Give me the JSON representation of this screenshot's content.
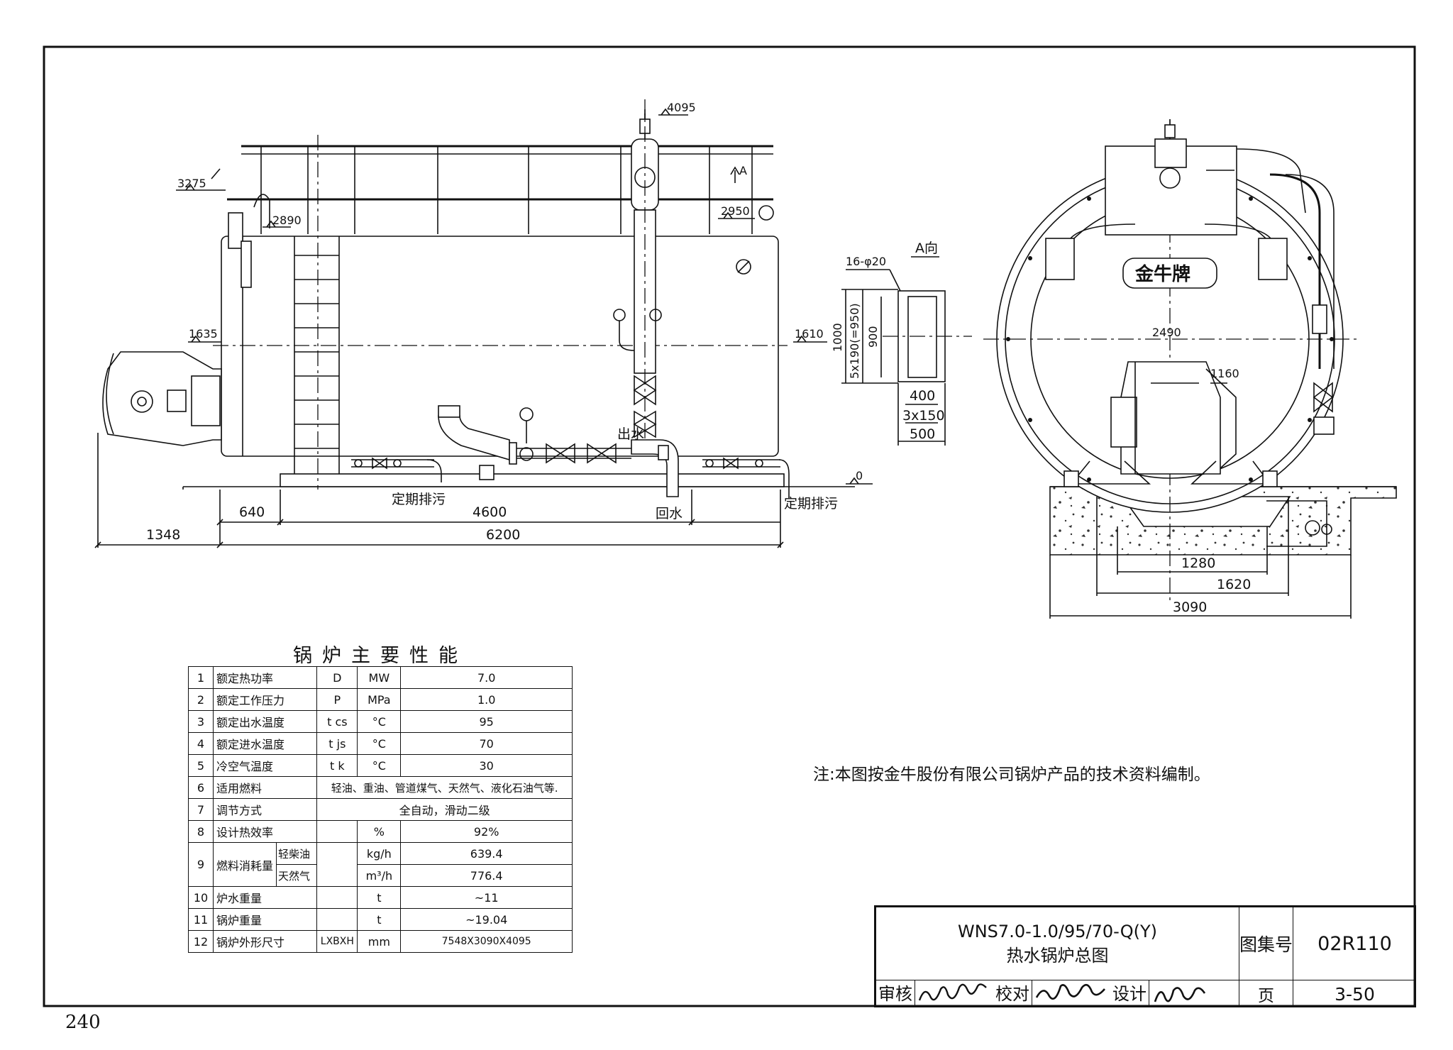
{
  "page_number": "240",
  "drawing_labels": {
    "dim_4095": "4095",
    "dim_3275": "3275",
    "dim_2890": "2890",
    "dim_2950": "2950",
    "dim_1635": "1635",
    "dim_1610": "1610",
    "dim_0": "0",
    "dim_640": "640",
    "dim_4600": "4600",
    "dim_1348": "1348",
    "dim_6200": "6200",
    "view_arrow_A": "A",
    "label_outlet": "出水",
    "label_return": "回水",
    "label_drain_left": "定期排污",
    "label_drain_right": "定期排污",
    "view_A_title": "A向",
    "view_A_holes": "16-φ20",
    "view_A_1000": "1000",
    "view_A_5x190": "5x190(=950)",
    "view_A_900": "900",
    "view_A_400": "400",
    "view_A_3x150": "3x150",
    "view_A_500": "500",
    "brand_plate": "金牛牌",
    "dim_2490": "2490",
    "dim_1160": "1160",
    "dim_1280": "1280",
    "dim_1620": "1620",
    "dim_3090": "3090"
  },
  "spec_table": {
    "title": "锅炉主要性能",
    "rows": [
      {
        "no": "1",
        "name": "额定热功率",
        "symbol": "D",
        "unit": "MW",
        "value": "7.0"
      },
      {
        "no": "2",
        "name": "额定工作压力",
        "symbol": "P",
        "unit": "MPa",
        "value": "1.0"
      },
      {
        "no": "3",
        "name": "额定出水温度",
        "symbol": "t cs",
        "unit": "°C",
        "value": "95"
      },
      {
        "no": "4",
        "name": "额定进水温度",
        "symbol": "t js",
        "unit": "°C",
        "value": "70"
      },
      {
        "no": "5",
        "name": "冷空气温度",
        "symbol": "t k",
        "unit": "°C",
        "value": "30"
      },
      {
        "no": "6",
        "name": "适用燃料",
        "value": "轻油、重油、管道煤气、天然气、液化石油气等."
      },
      {
        "no": "7",
        "name": "调节方式",
        "value": "全自动，滑动二级"
      },
      {
        "no": "8",
        "name": "设计热效率",
        "symbol": "",
        "unit": "%",
        "value": "92%"
      },
      {
        "no": "9",
        "name": "燃料消耗量",
        "sub1": "轻柴油",
        "unit1": "kg/h",
        "value1": "639.4",
        "sub2": "天然气",
        "unit2": "m³/h",
        "value2": "776.4"
      },
      {
        "no": "10",
        "name": "炉水重量",
        "symbol": "",
        "unit": "t",
        "value": "~11"
      },
      {
        "no": "11",
        "name": "锅炉重量",
        "symbol": "",
        "unit": "t",
        "value": "~19.04"
      },
      {
        "no": "12",
        "name": "锅炉外形尺寸",
        "symbol": "LXBXH",
        "unit": "mm",
        "value": "7548X3090X4095"
      }
    ]
  },
  "note": "注:本图按金牛股份有限公司锅炉产品的技术资料编制。",
  "title_block": {
    "model": "WNS7.0-1.0/95/70-Q(Y)",
    "title": "热水锅炉总图",
    "set_label": "图集号",
    "set_value": "02R110",
    "review_label": "审核",
    "check_label": "校对",
    "design_label": "设计",
    "page_label": "页",
    "page_value": "3-50"
  }
}
